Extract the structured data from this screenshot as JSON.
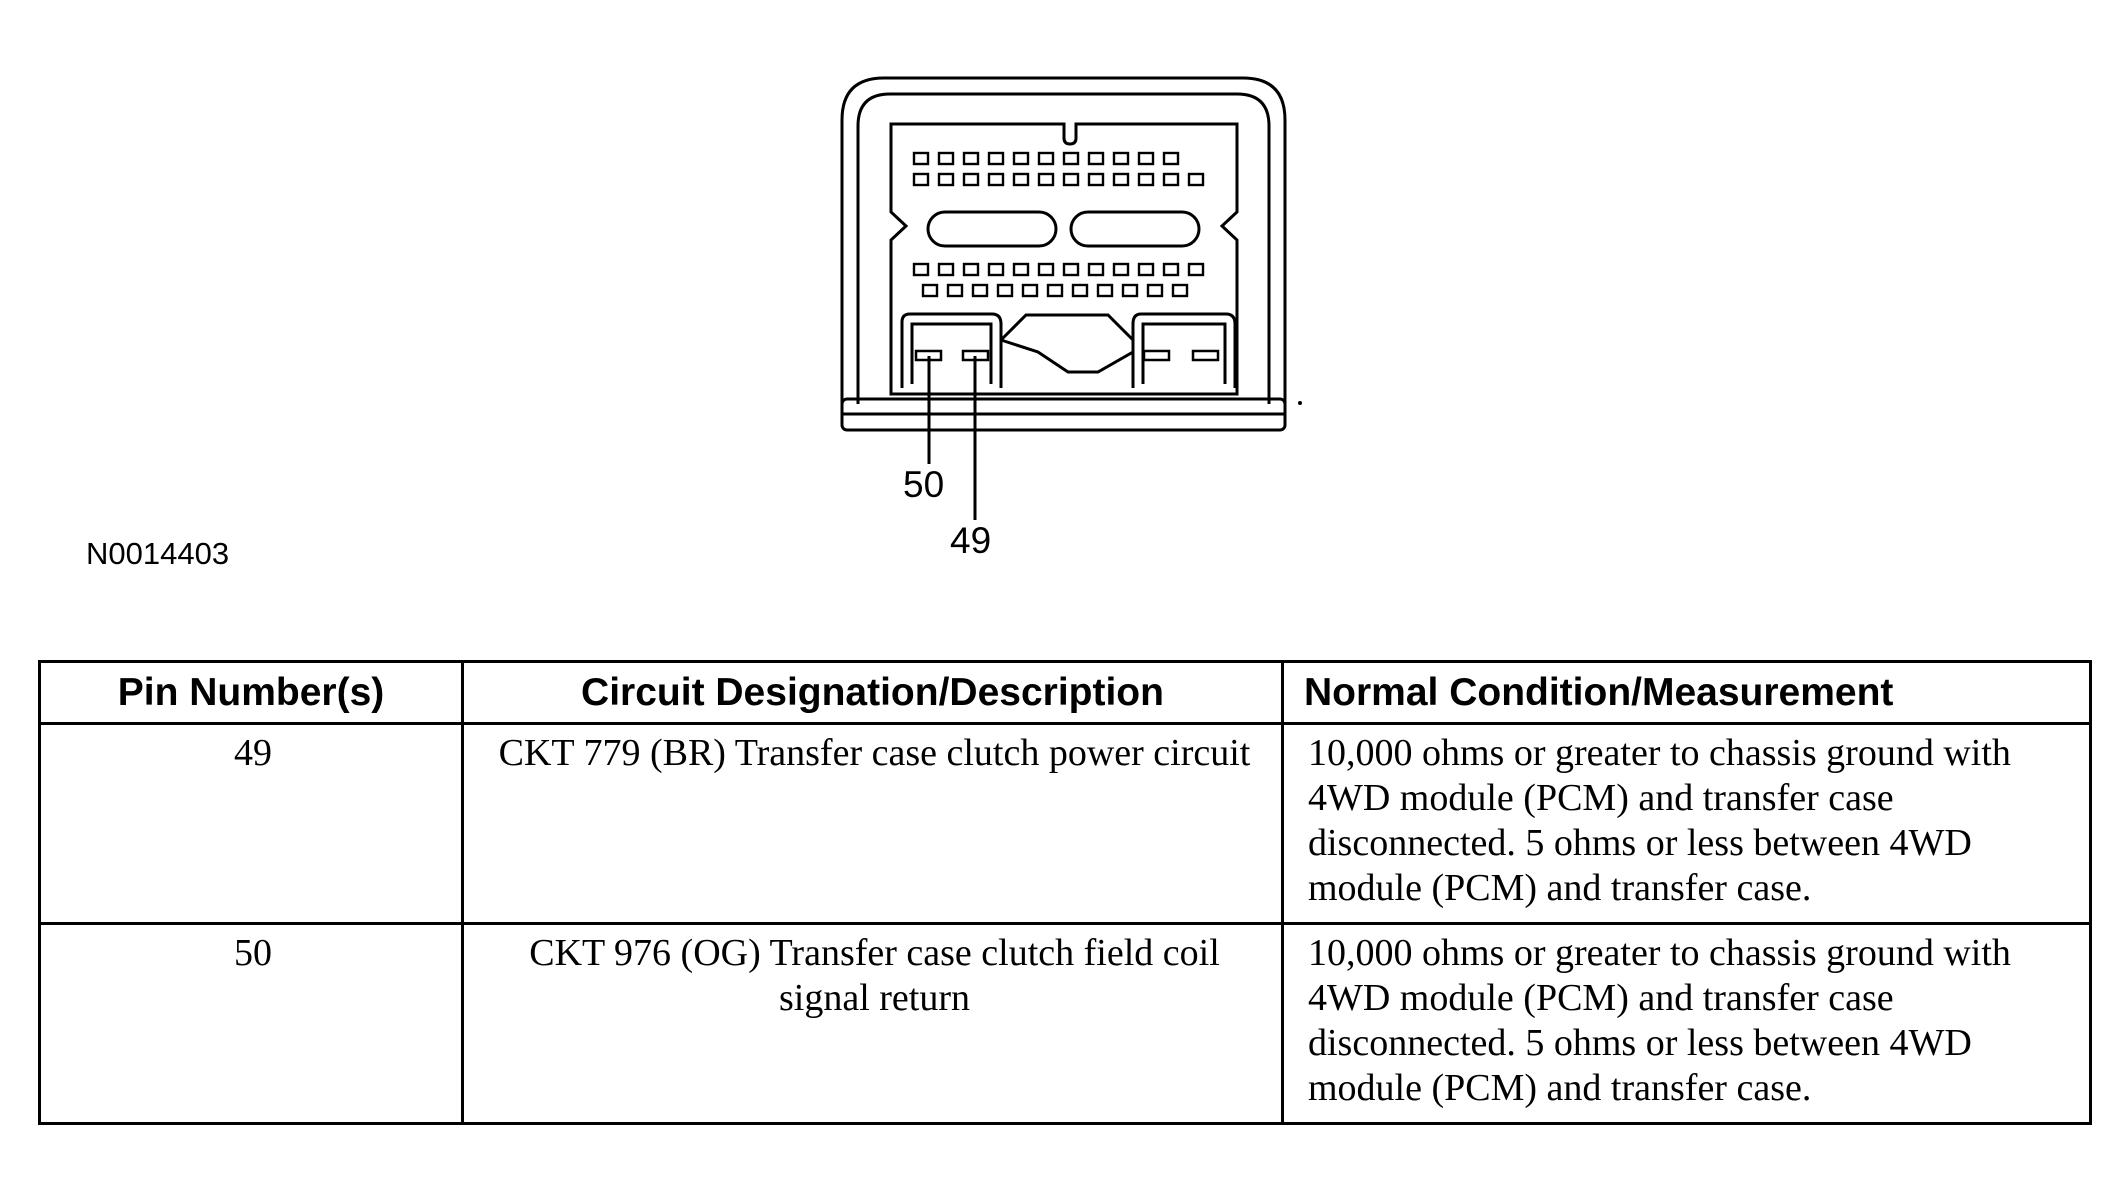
{
  "figure": {
    "id": "N0014403",
    "callouts": {
      "pin_50": "50",
      "pin_49": "49"
    }
  },
  "table": {
    "headers": {
      "pin": "Pin Number(s)",
      "circuit": "Circuit Designation/Description",
      "condition": "Normal Condition/Measurement"
    },
    "rows": [
      {
        "pin": "49",
        "circuit": "CKT 779 (BR) Transfer case clutch power circuit",
        "condition": "10,000 ohms or greater to chassis ground with 4WD module (PCM) and transfer case disconnected. 5 ohms or less between 4WD module (PCM) and transfer case."
      },
      {
        "pin": "50",
        "circuit": "CKT 976 (OG) Transfer case clutch field coil signal return",
        "condition": "10,000 ohms or greater to chassis ground with 4WD module (PCM) and transfer case disconnected. 5 ohms or less between 4WD module (PCM) and transfer case."
      }
    ]
  }
}
